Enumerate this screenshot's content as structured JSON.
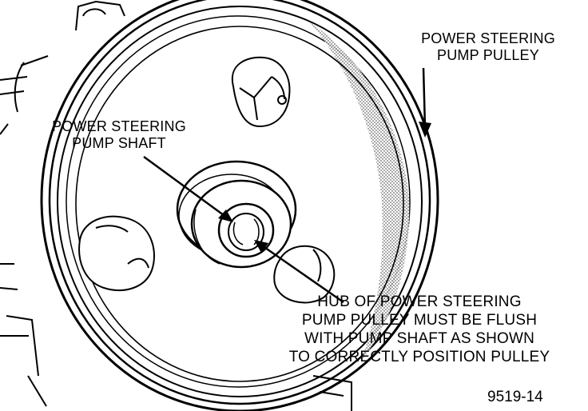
{
  "labels": {
    "pulley": [
      "POWER STEERING",
      "PUMP PULLEY"
    ],
    "shaft": [
      "POWER STEERING",
      "PUMP SHAFT"
    ],
    "hub": [
      "HUB OF POWER STEERING",
      "PUMP PULLEY MUST BE FLUSH",
      "WITH PUMP SHAFT AS SHOWN",
      "TO CORRECTLY POSITION PULLEY"
    ]
  },
  "figure_number": "9519-14",
  "colors": {
    "ink": "#000000",
    "paper": "#ffffff",
    "shading": "#7a7a7a"
  }
}
